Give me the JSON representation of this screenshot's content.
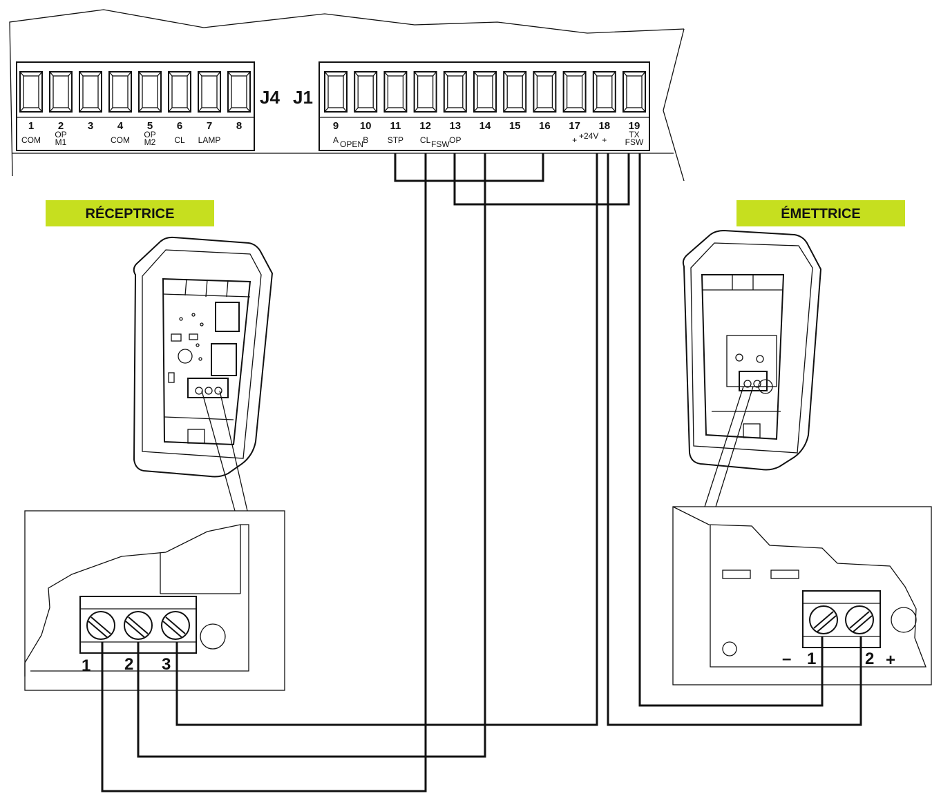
{
  "board": {
    "j4": {
      "label": "J4",
      "terminals": [
        {
          "num": "1",
          "lines": [
            "COM"
          ]
        },
        {
          "num": "2",
          "lines": [
            "OP",
            "M1"
          ]
        },
        {
          "num": "3",
          "lines": []
        },
        {
          "num": "4",
          "lines": [
            "COM"
          ]
        },
        {
          "num": "5",
          "lines": [
            "OP",
            "M2"
          ]
        },
        {
          "num": "6",
          "lines": [
            "CL"
          ]
        },
        {
          "num": "7",
          "lines": [
            "LAMP"
          ]
        },
        {
          "num": "8",
          "lines": []
        }
      ]
    },
    "j1": {
      "label": "J1",
      "terminals": [
        {
          "num": "9",
          "lines": [
            "A"
          ]
        },
        {
          "num": "10",
          "lines": [
            "B"
          ]
        },
        {
          "num": "11",
          "lines": [
            "STP"
          ]
        },
        {
          "num": "12",
          "lines": [
            "CL"
          ]
        },
        {
          "num": "13",
          "lines": [
            "OP"
          ]
        },
        {
          "num": "14",
          "lines": []
        },
        {
          "num": "15",
          "lines": []
        },
        {
          "num": "16",
          "lines": []
        },
        {
          "num": "17",
          "lines": [
            "+"
          ]
        },
        {
          "num": "18",
          "lines": [
            "+"
          ]
        },
        {
          "num": "19",
          "lines": [
            "TX",
            "FSW"
          ]
        }
      ],
      "spanning_labels": {
        "open": "OPEN",
        "fsw": "FSW",
        "v24": "+24V"
      }
    }
  },
  "receiver": {
    "badge": "RÉCEPTRICE",
    "terminals": [
      "1",
      "2",
      "3"
    ]
  },
  "emitter": {
    "badge": "ÉMETTRICE",
    "terminals": [
      "1",
      "2"
    ],
    "minus": "–",
    "plus": "+"
  },
  "colors": {
    "badge": "#c6df1f",
    "line": "#111111"
  }
}
